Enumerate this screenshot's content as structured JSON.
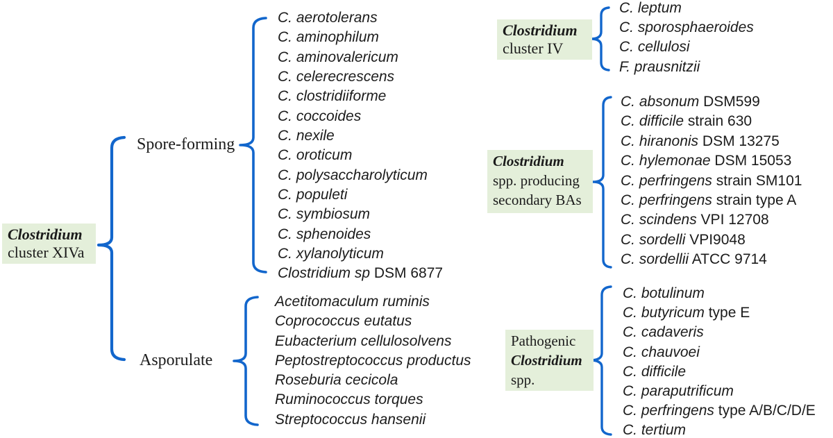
{
  "colors": {
    "brace_blue": "#1266cc",
    "box_green": "#e4efda",
    "text": "#1b1b1b"
  },
  "left": {
    "cluster_box": {
      "line1": "Clostridium",
      "line2": "cluster XIVa"
    },
    "spore_label": "Spore-forming",
    "asporulate_label": "Asporulate",
    "spore_species": [
      {
        "it": "C. aerotolerans",
        "rg": ""
      },
      {
        "it": "C. aminophilum",
        "rg": ""
      },
      {
        "it": "C. aminovalericum",
        "rg": ""
      },
      {
        "it": "C. celerecrescens",
        "rg": ""
      },
      {
        "it": "C. clostridiiforme",
        "rg": ""
      },
      {
        "it": "C. coccoides",
        "rg": ""
      },
      {
        "it": "C. nexile",
        "rg": ""
      },
      {
        "it": "C. oroticum",
        "rg": ""
      },
      {
        "it": "C. polysaccharolyticum",
        "rg": ""
      },
      {
        "it": "C. populeti",
        "rg": ""
      },
      {
        "it": "C. symbiosum",
        "rg": ""
      },
      {
        "it": "C. sphenoides",
        "rg": ""
      },
      {
        "it": "C. xylanolyticum",
        "rg": ""
      },
      {
        "it": "Clostridium sp",
        "rg": " DSM 6877"
      }
    ],
    "asporulate_species": [
      {
        "it": "Acetitomaculum ruminis",
        "rg": ""
      },
      {
        "it": "Coprococcus eutatus",
        "rg": ""
      },
      {
        "it": "Eubacterium cellulosolvens",
        "rg": ""
      },
      {
        "it": "Peptostreptococcus productus",
        "rg": ""
      },
      {
        "it": "Roseburia cecicola",
        "rg": ""
      },
      {
        "it": "Ruminococcus torques",
        "rg": ""
      },
      {
        "it": "Streptococcus hansenii",
        "rg": ""
      }
    ]
  },
  "right": {
    "cluster_iv": {
      "box": {
        "line1": "Clostridium",
        "line2": "cluster IV"
      },
      "species": [
        {
          "it": "C. leptum",
          "rg": ""
        },
        {
          "it": "C. sporosphaeroides",
          "rg": ""
        },
        {
          "it": "C. cellulosi",
          "rg": ""
        },
        {
          "it": "F. prausnitzii",
          "rg": ""
        }
      ]
    },
    "secondary_bas": {
      "box": {
        "line1": "Clostridium",
        "line2": "spp. producing",
        "line3": "secondary BAs"
      },
      "species": [
        {
          "it": "C. absonum",
          "rg": " DSM599"
        },
        {
          "it": "C. difficile",
          "rg": " strain 630"
        },
        {
          "it": "C. hiranonis",
          "rg": " DSM 13275"
        },
        {
          "it": "C. hylemonae",
          "rg": " DSM 15053"
        },
        {
          "it": "C. perfringens",
          "rg": " strain SM101"
        },
        {
          "it": "C. perfringens",
          "rg": " strain type A"
        },
        {
          "it": "C. scindens",
          "rg": " VPI 12708"
        },
        {
          "it": "C. sordelli",
          "rg": " VPI9048"
        },
        {
          "it": "C. sordellii",
          "rg": " ATCC 9714"
        }
      ]
    },
    "pathogenic": {
      "box": {
        "line1": "Pathogenic",
        "line2": "Clostridium",
        "line3": "spp."
      },
      "species": [
        {
          "it": "C. botulinum",
          "rg": ""
        },
        {
          "it": "C. butyricum",
          "rg": " type E"
        },
        {
          "it": "C. cadaveris",
          "rg": ""
        },
        {
          "it": "C. chauvoei",
          "rg": ""
        },
        {
          "it": "C. difficile",
          "rg": ""
        },
        {
          "it": "C. paraputrificum",
          "rg": ""
        },
        {
          "it": "C. perfringens",
          "rg": " type A/B/C/D/E"
        },
        {
          "it": "C. tertium",
          "rg": ""
        }
      ]
    }
  }
}
